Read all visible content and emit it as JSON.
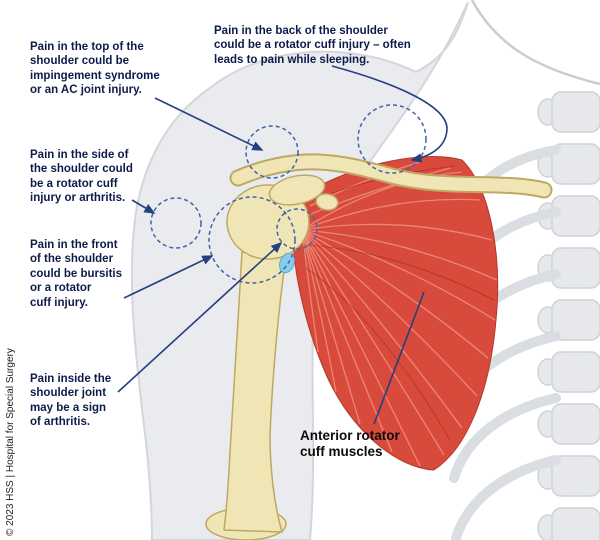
{
  "diagram": {
    "copyright": "© 2023 HSS | Hospital for Special Surgery",
    "labels": {
      "pain_top": "Pain in the top of the\nshoulder could be\nimpingement syndrome\nor an AC joint injury.",
      "pain_back": "Pain in the back of the shoulder\ncould be a rotator cuff injury – often\nleads to pain while sleeping.",
      "pain_side": "Pain in the side of\nthe shoulder could\nbe a rotator cuff\ninjury or arthritis.",
      "pain_front": "Pain in the front\nof the shoulder\ncould be bursitis\nor a rotator\ncuff injury.",
      "pain_inside": "Pain inside the\nshoulder joint\nmay be a sign\nof arthritis.",
      "anterior_muscles": "Anterior rotator\ncuff muscles"
    },
    "colors": {
      "label_text": "#0d1b4b",
      "leader_line": "#24407e",
      "dashed_circle": "#4263a8",
      "bone_fill": "#f0e5b4",
      "bone_outline": "#bfa863",
      "muscle_fill": "#d84a3c",
      "muscle_streak": "#f09182",
      "silhouette_fill": "#e9ebee",
      "tendon_blue": "#86cdec"
    }
  }
}
